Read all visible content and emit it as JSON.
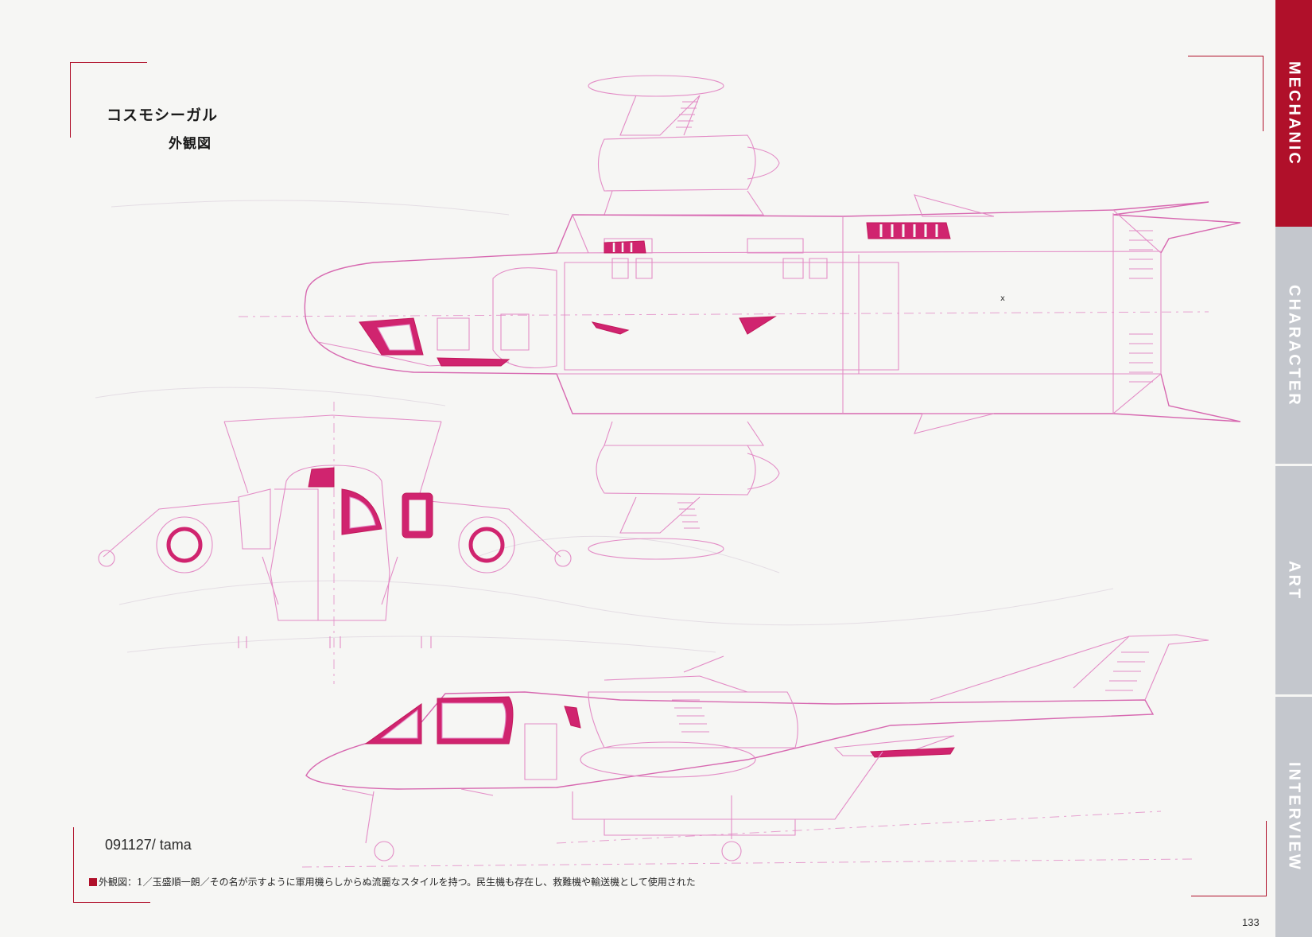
{
  "header": {
    "title": "コスモシーガル",
    "subtitle": "外観図"
  },
  "signature": "091127/ tama",
  "caption": "外観図：1／玉盛順一朗／その名が示すように軍用機らしからぬ流麗なスタイルを持つ。民生機も存在し、救難機や輸送機として使用された",
  "page_number": "133",
  "sidebar": {
    "tabs": [
      {
        "label": "MECHANIC",
        "active": true
      },
      {
        "label": "CHARACTER",
        "active": false
      },
      {
        "label": "ART",
        "active": false
      },
      {
        "label": "INTERVIEW",
        "active": false
      }
    ]
  },
  "drawing": {
    "label_marker": "x"
  },
  "colors": {
    "accent": "#b0102a",
    "line": "#e38cc6",
    "fill": "#d0246f",
    "tab_inactive": "#c4c7cd"
  }
}
